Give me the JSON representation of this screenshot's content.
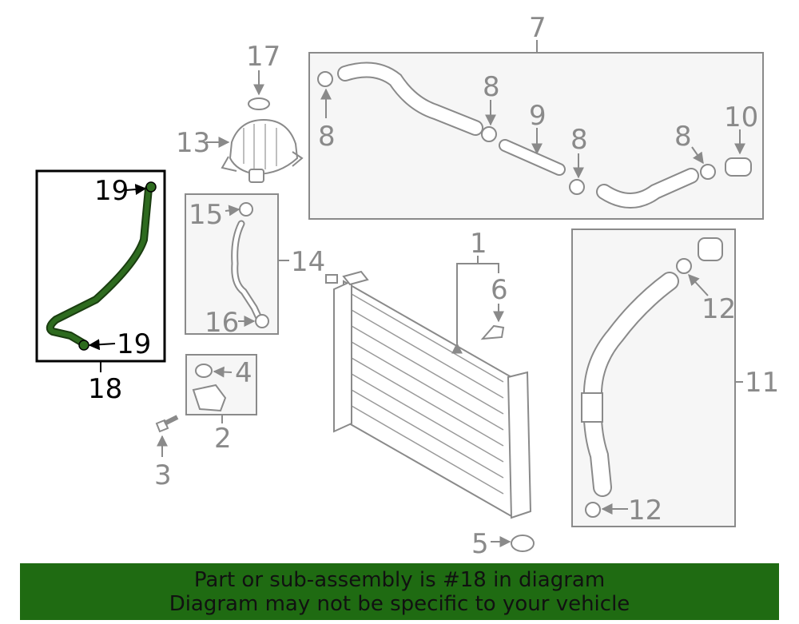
{
  "diagram": {
    "callouts": {
      "c1": "1",
      "c2": "2",
      "c3": "3",
      "c4": "4",
      "c5": "5",
      "c6": "6",
      "c7": "7",
      "c8a": "8",
      "c8b": "8",
      "c8c": "8",
      "c8d": "8",
      "c9": "9",
      "c10": "10",
      "c11": "11",
      "c12a": "12",
      "c12b": "12",
      "c13": "13",
      "c14": "14",
      "c15": "15",
      "c16": "16",
      "c17": "17",
      "c18": "18",
      "c19a": "19",
      "c19b": "19"
    },
    "highlight_part": "18"
  },
  "banner": {
    "line1": "Part or sub-assembly is #18 in diagram",
    "line2": "Diagram may not be specific to your vehicle"
  },
  "colors": {
    "accent_green": "#1f6b12",
    "hose_green": "#2e6b1f",
    "line_gray": "#8a8a8a",
    "panel_fill": "#f6f6f6",
    "banner_text": "#111111"
  }
}
